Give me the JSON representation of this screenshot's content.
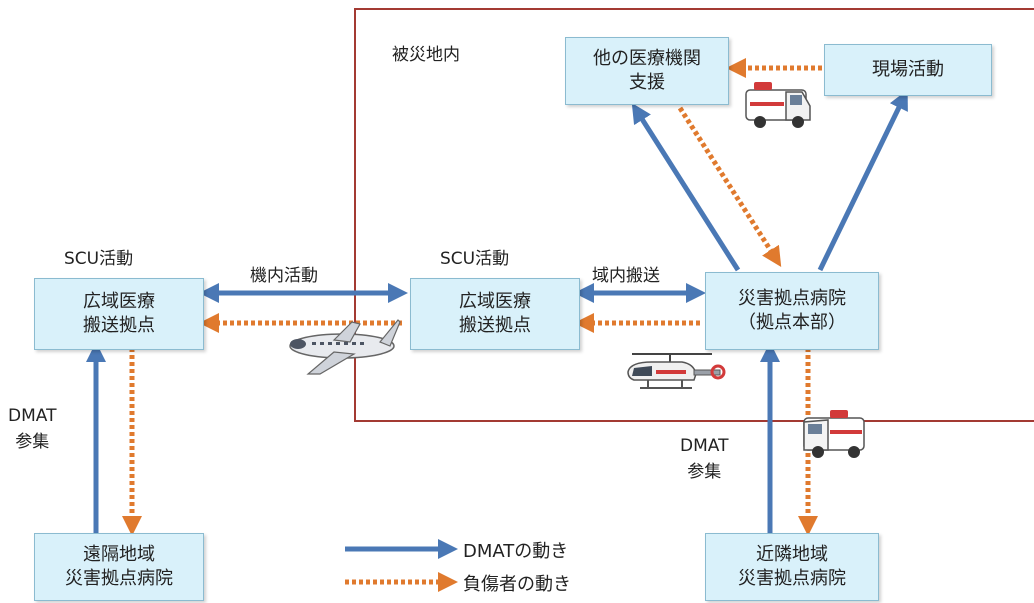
{
  "zone": {
    "label": "被災地内"
  },
  "boxes": {
    "wide_left": "広域医療\n搬送拠点",
    "wide_center": "広域医療\n搬送拠点",
    "other_support": "他の医療機関\n支援",
    "field": "現場活動",
    "base_hospital": "災害拠点病院\n（拠点本部）",
    "remote_hospital": "遠隔地域\n災害拠点病院",
    "nearby_hospital": "近隣地域\n災害拠点病院"
  },
  "labels": {
    "scu_left": "SCU活動",
    "scu_center": "SCU活動",
    "in_flight": "機内活動",
    "regional_transport": "域内搬送",
    "dmat_left": "DMAT\n参集",
    "dmat_right": "DMAT\n参集"
  },
  "legend": {
    "dmat": "DMATの動き",
    "injured": "負傷者の動き"
  },
  "colors": {
    "dmat_arrow": "#4a78b5",
    "injured_arrow": "#e07a2e",
    "zone_border": "#a33a33",
    "box_fill": "#d9f1fa"
  },
  "icons": [
    "ambulance-icon",
    "airplane-icon",
    "helicopter-icon"
  ]
}
